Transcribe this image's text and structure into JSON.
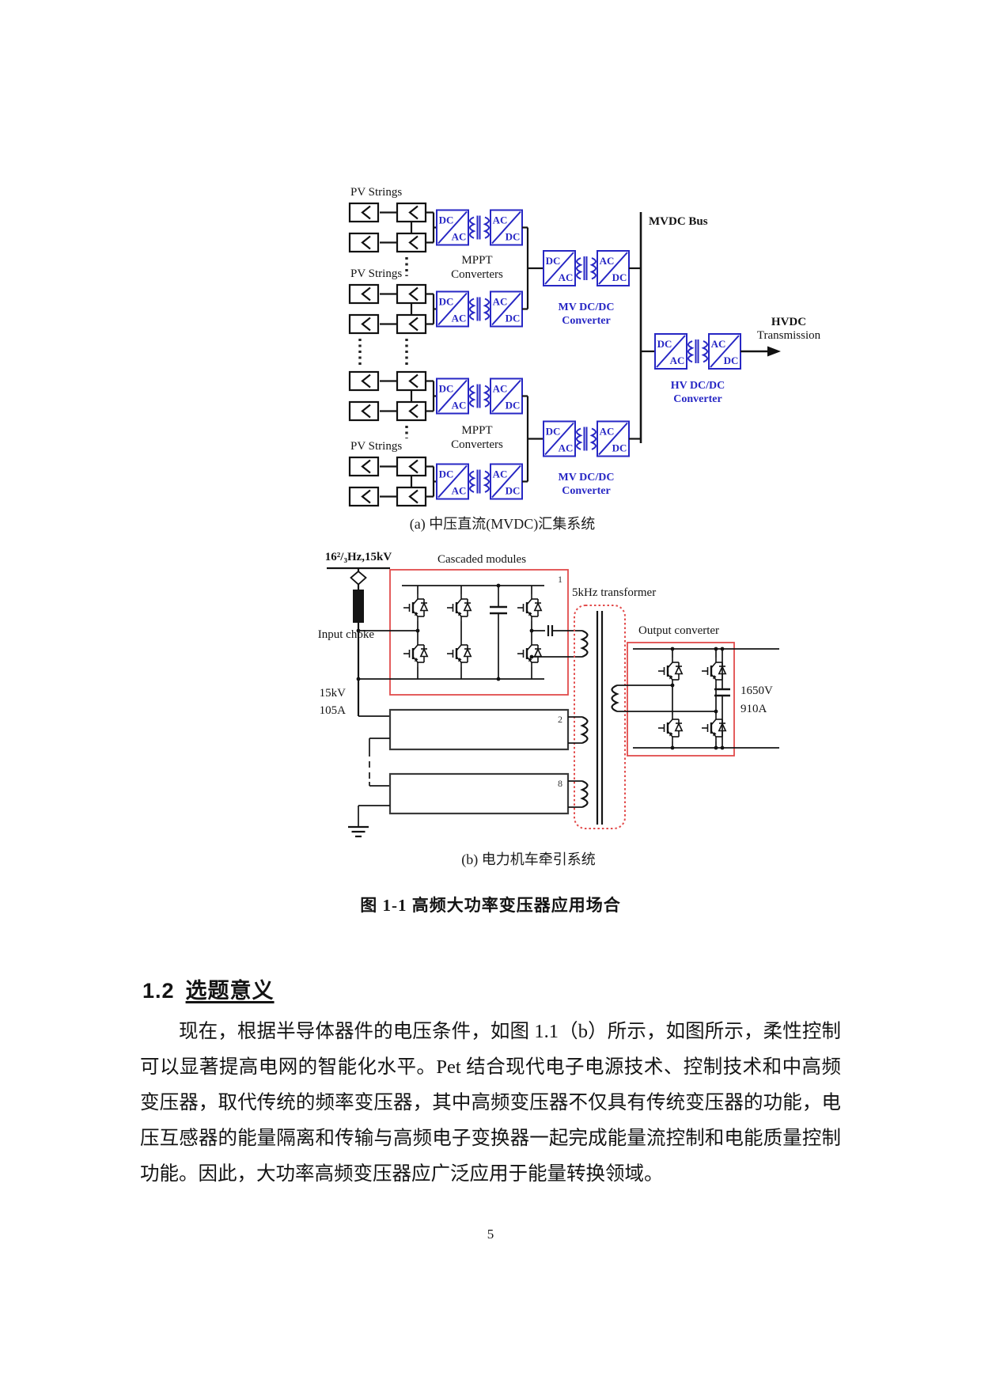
{
  "colors": {
    "blue": "#2727c4",
    "red": "#e24b4b",
    "ink": "#141414"
  },
  "figure": {
    "caption": "图 1-1 高频大功率变压器应用场合",
    "sub_a": {
      "caption": "(a) 中压直流(MVDC)汇集系统",
      "labels": {
        "pv_strings": "PV Strings",
        "mppt_line1": "MPPT",
        "mppt_line2": "Converters",
        "mv_line1": "MV DC/DC",
        "mv_line2": "Converter",
        "mvdc_bus": "MVDC Bus",
        "hv_line1": "HV DC/DC",
        "hv_line2": "Converter",
        "hvdc_line1": "HVDC",
        "hvdc_line2": "Transmission",
        "dc": "DC",
        "ac": "AC"
      }
    },
    "sub_b": {
      "caption": "(b) 电力机车牵引系统",
      "labels": {
        "source": "16²/₃Hz,15kV",
        "cascaded": "Cascaded modules",
        "input_choke": "Input choke",
        "transformer": "5kHz transformer",
        "output_converter": "Output converter",
        "module1": "1",
        "module2": "2",
        "module8": "8",
        "primary_v": "15kV",
        "primary_a": "105A",
        "secondary_v": "1650V",
        "secondary_a": "910A"
      }
    }
  },
  "section": {
    "number": "1.2",
    "title": "选题意义"
  },
  "paragraph": "现在，根据半导体器件的电压条件，如图 1.1（b）所示，如图所示，柔性控制可以显著提高电网的智能化水平。Pet 结合现代电子电源技术、控制技术和中高频变压器，取代传统的频率变压器，其中高频变压器不仅具有传统变压器的功能，电压互感器的能量隔离和传输与高频电子变换器一起完成能量流控制和电能质量控制功能。因此，大功率高频变压器应广泛应用于能量转换领域。",
  "page": {
    "number": "5"
  }
}
